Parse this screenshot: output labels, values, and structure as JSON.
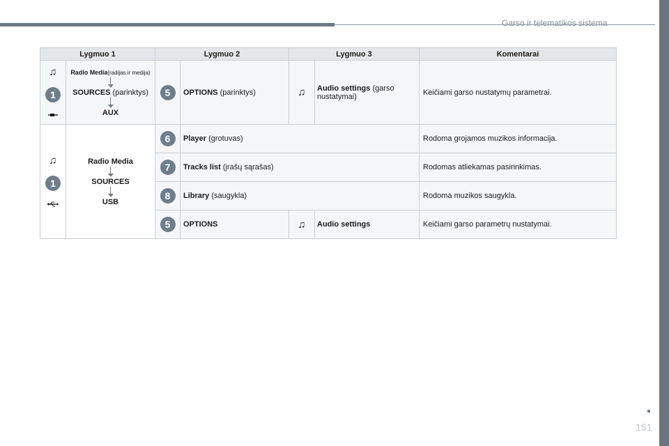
{
  "header": {
    "title": "Garso ir telematikos sistema"
  },
  "table": {
    "columns": [
      "Lygmuo 1",
      "Lygmuo 2",
      "Lygmuo 3",
      "Komentarai"
    ],
    "row1": {
      "level1_radio": "Radio Media",
      "level1_radio_note": "(radijas ir medija)",
      "level1_sources": "SOURCES",
      "level1_sources_note": " (parinktys)",
      "level1_aux": "AUX",
      "badge_left": "1",
      "badge_mid": "5",
      "level2_bold": "OPTIONS",
      "level2_rest": " (parinktys)",
      "level3_bold": "Audio settings",
      "level3_rest": " (garso nustatymai)",
      "comment": "Keičiami garso nustatymų parametrai."
    },
    "group2": {
      "level1_radio": "Radio Media",
      "level1_sources": "SOURCES",
      "level1_usb": "USB",
      "badge_left": "1",
      "rows": [
        {
          "badge": "6",
          "level2_bold": "Player",
          "level2_rest": " (grotuvas)",
          "level3": "",
          "comment": "Rodoma grojamos muzikos informacija."
        },
        {
          "badge": "7",
          "level2_bold": "Tracks list",
          "level2_rest": " (įrašų sąrašas)",
          "level3": "",
          "comment": "Rodomas atliekamas pasirinkimas."
        },
        {
          "badge": "8",
          "level2_bold": "Library",
          "level2_rest": " (saugykla)",
          "level3": "",
          "comment": "Rodoma muzikos saugykla."
        },
        {
          "badge": "5",
          "level2_bold": "OPTIONS",
          "level2_rest": "",
          "level3": "Audio settings",
          "comment": "Keičiami garso parametrų nustatymai."
        }
      ]
    }
  },
  "icons": {
    "music": "music-note-icon",
    "aux": "aux-plug-icon",
    "usb": "usb-icon",
    "audio": "audio-settings-icon"
  },
  "colors": {
    "badge": "#6e7d8a",
    "header_bg": "#e4e7ea",
    "rule": "#6f7a85"
  },
  "footer": {
    "page_number": "151"
  }
}
